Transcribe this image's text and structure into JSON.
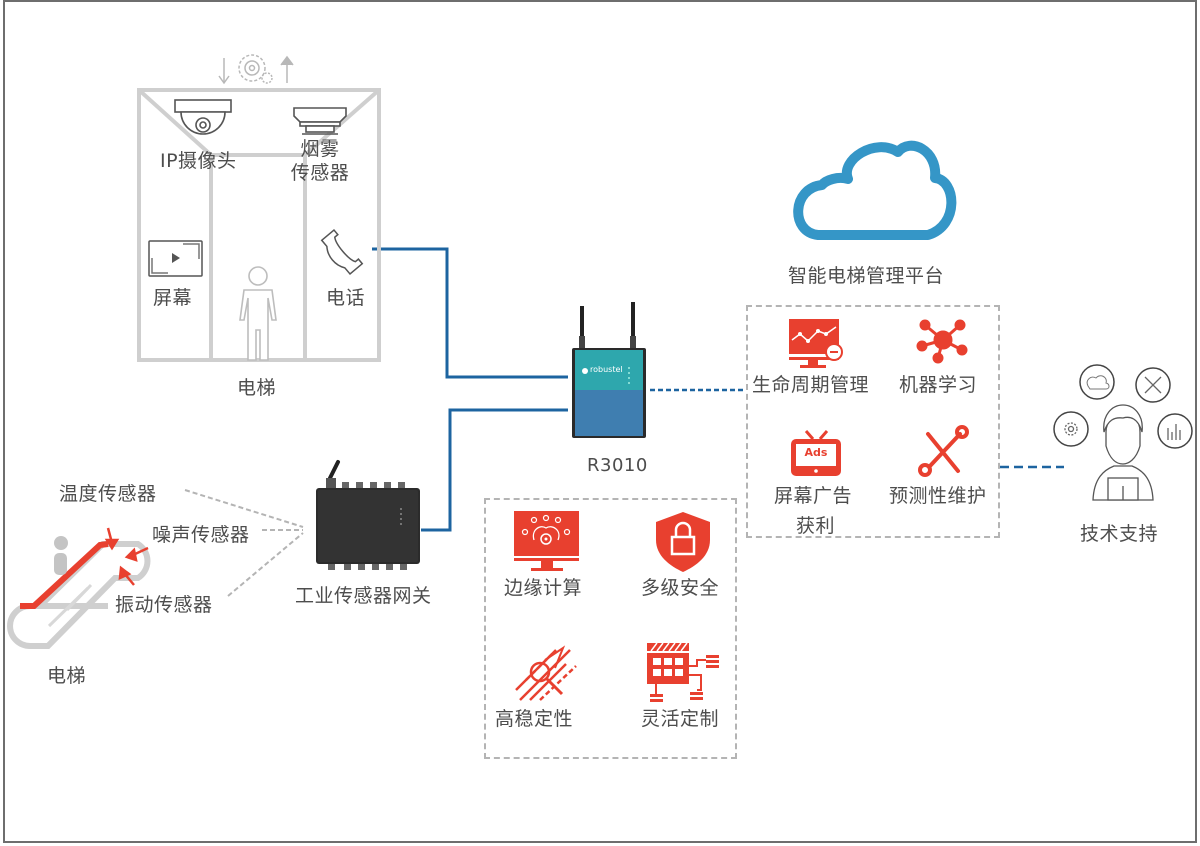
{
  "elevator_car": {
    "label": "电梯",
    "devices": {
      "camera": "IP摄像头",
      "smoke_line1": "烟雾",
      "smoke_line2": "传感器",
      "screen": "屏幕",
      "phone": "电话"
    }
  },
  "escalator": {
    "label": "电梯",
    "sensors": [
      "温度传感器",
      "噪声传感器",
      "振动传感器"
    ]
  },
  "gateway": {
    "label": "工业传感器网关"
  },
  "router": {
    "label": "R3010",
    "brand": "robustel"
  },
  "cloud": {
    "label": "智能电梯管理平台"
  },
  "platform_features": [
    {
      "icon": "lifecycle-monitor-icon",
      "label": "生命周期管理"
    },
    {
      "icon": "machine-learning-icon",
      "label": "机器学习"
    },
    {
      "icon": "ads-tv-icon",
      "label_line1": "屏幕广告",
      "label_line2": "获利",
      "badge": "Ads"
    },
    {
      "icon": "tools-icon",
      "label": "预测性维护"
    }
  ],
  "router_features": [
    {
      "icon": "edge-computing-icon",
      "label": "边缘计算"
    },
    {
      "icon": "shield-lock-icon",
      "label": "多级安全"
    },
    {
      "icon": "stability-icon",
      "label": "高稳定性"
    },
    {
      "icon": "customization-icon",
      "label": "灵活定制"
    }
  ],
  "support": {
    "label": "技术支持"
  },
  "colors": {
    "link_blue": "#1d64a0",
    "cloud_blue": "#3596c7",
    "accent_red": "#e8402f",
    "outline_gray": "#c8c8c8",
    "router_teal": "#2ea7ad",
    "router_body": "#3f7eb0"
  }
}
